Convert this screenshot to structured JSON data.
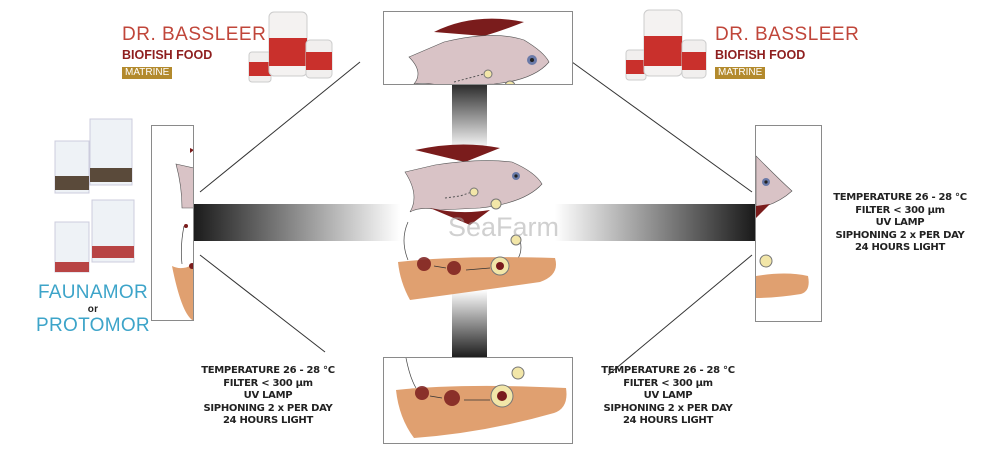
{
  "brand_left": {
    "line1": "DR. BASSLEER",
    "line2": "BIOFISH FOOD",
    "line3": "MATRINE"
  },
  "brand_right": {
    "line1": "DR. BASSLEER",
    "line2": "BIOFISH FOOD",
    "line3": "MATRINE"
  },
  "products_left": {
    "name1": "FAUNAMOR",
    "connector": "or",
    "name2": "PROTOMOR"
  },
  "care_instructions": {
    "lines": [
      "TEMPERATURE 26 - 28 °C",
      "FILTER < 300 µm",
      "UV LAMP",
      "SIPHONING 2 x PER DAY",
      "24 HOURS LIGHT"
    ]
  },
  "watermark": "SeaFarm",
  "colors": {
    "brand_red": "#c0463a",
    "brand_dark_red": "#8e1e1e",
    "brand_gold": "#b38a2d",
    "product_blue": "#3da4c9",
    "fish_body": "#d9c3c6",
    "fish_fin": "#7a1c1c",
    "substrate": "#e0a070"
  }
}
